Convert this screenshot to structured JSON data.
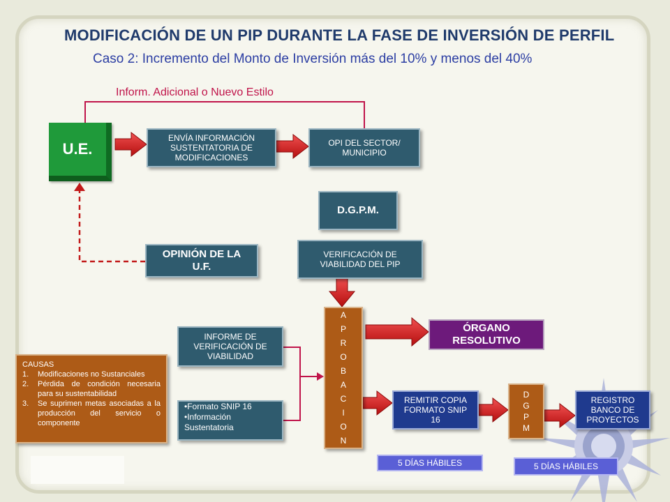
{
  "title": "MODIFICACIÓN DE UN PIP DURANTE LA FASE DE INVERSIÓN DE PERFIL",
  "subtitle": "Caso 2: Incremento del Monto de Inversión más del 10% y menos del 40%",
  "loop_label": "Inform. Adicional o Nuevo Estilo",
  "ue": "U.E.",
  "envia": "ENVÍA INFORMACIÓN SUSTENTATORIA DE MODIFICACIONES",
  "opi": "OPI DEL SECTOR/ MUNICIPIO",
  "dgpm_top": "D.G.P.M.",
  "verificacion": "VERIFICACIÓN DE VIABILIDAD DEL PIP",
  "opinion": "OPINIÓN DE LA U.F.",
  "aprobacion_letters": [
    "A",
    "P",
    "R",
    "O",
    "B",
    "A",
    "C",
    "I",
    "O",
    "N"
  ],
  "organo": "ÓRGANO RESOLUTIVO",
  "informe": "INFORME DE VERIFICACIÓN DE VIABILIDAD",
  "formato_lines": [
    "•Formato SNIP 16",
    "•Información Sustentatoria"
  ],
  "remitir": "REMITIR COPIA FORMATO SNIP 16",
  "dgpm_letters": [
    "D",
    "G",
    "P",
    "M"
  ],
  "registro": "REGISTRO BANCO DE PROYECTOS",
  "days_left": "5 DÍAS HÁBILES",
  "days_right": "5 DÍAS HÁBILES",
  "causas": {
    "heading": "CAUSAS",
    "items": [
      {
        "num": "1.",
        "text": "Modificaciones no Sustanciales"
      },
      {
        "num": "2.",
        "text": "Pérdida de condición necesaria para su sustentabilidad"
      },
      {
        "num": "3.",
        "text": "Se suprimen metas asociadas a la producción del servicio o componente"
      }
    ]
  },
  "colors": {
    "title": "#1f3a6b",
    "subtitle": "#2c3ea3",
    "teal_box": "#2f5b6e",
    "green": "#1f9a3a",
    "brown": "#ad5b17",
    "purple": "#6d1a7b",
    "red_arrow": "#d21f1f",
    "loop_line": "#c0144a"
  }
}
